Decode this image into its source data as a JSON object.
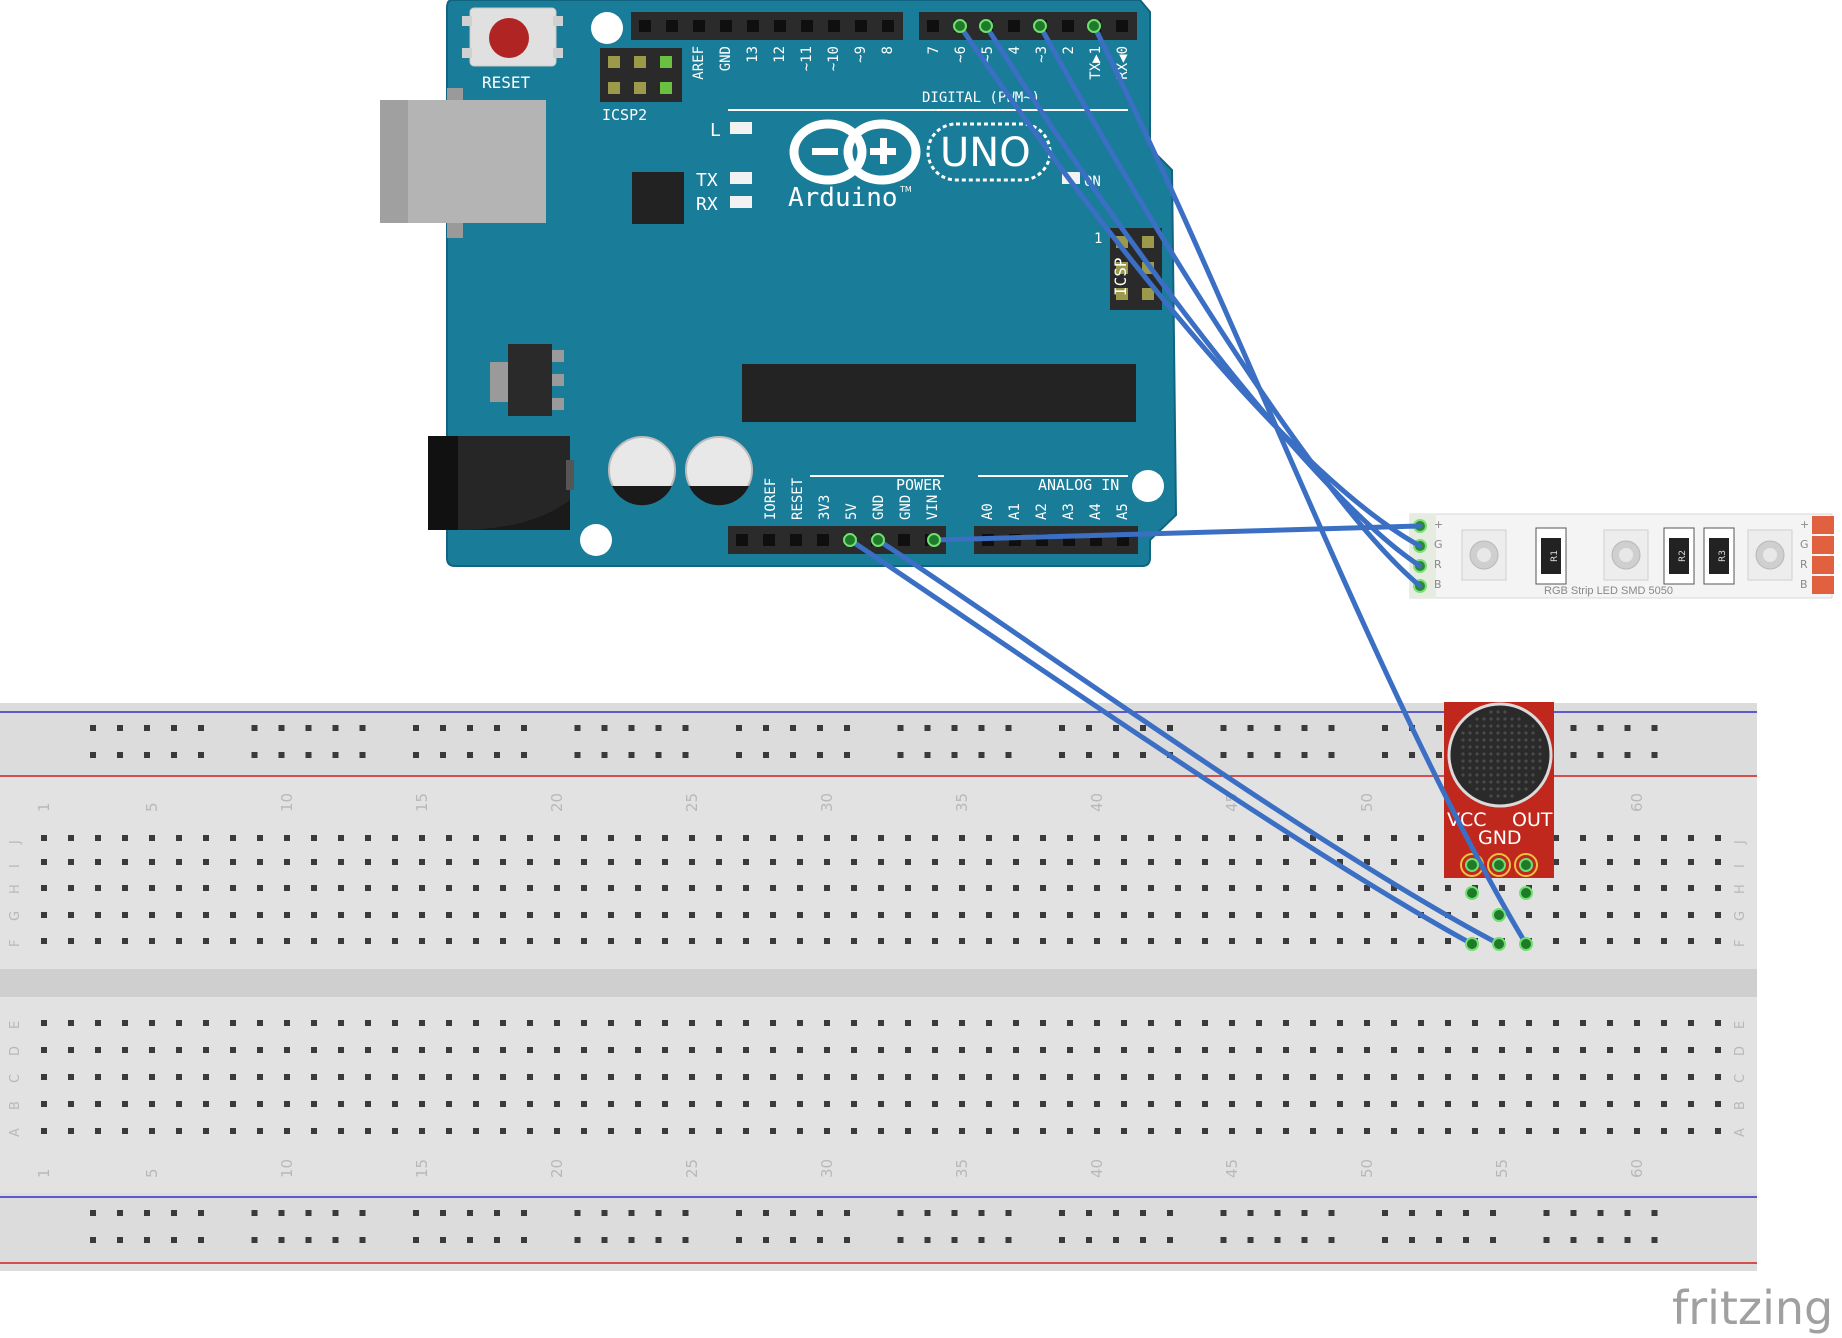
{
  "arduino": {
    "reset_label": "RESET",
    "icsp2_label": "ICSP2",
    "icsp_label": "ICSP",
    "led_l": "L",
    "led_tx": "TX",
    "led_rx": "RX",
    "uno_label": "UNO",
    "brand": "Arduino",
    "trademark": "TM",
    "on_label": "ON",
    "one_label": "1",
    "digital_label": "DIGITAL (PWM~)",
    "power_label": "POWER",
    "analog_label": "ANALOG IN",
    "digital_pins_left": [
      "AREF",
      "GND",
      "13",
      "12",
      "~11",
      "~10",
      "~9",
      "8"
    ],
    "digital_pins_right": [
      "7",
      "~6",
      "~5",
      "4",
      "~3",
      "2",
      "TX▶1",
      "RX◀0"
    ],
    "power_pins": [
      "IOREF",
      "RESET",
      "3V3",
      "5V",
      "GND",
      "GND",
      "VIN"
    ],
    "analog_pins": [
      "A0",
      "A1",
      "A2",
      "A3",
      "A4",
      "A5"
    ]
  },
  "led_strip": {
    "label": "RGB Strip LED SMD 5050",
    "pins": [
      "+",
      "G",
      "R",
      "B"
    ],
    "resistors": [
      "R1",
      "R2",
      "R3"
    ]
  },
  "microphone": {
    "pins": [
      "VCC",
      "GND",
      "OUT"
    ]
  },
  "breadboard": {
    "rows_top": [
      "J",
      "I",
      "H",
      "G",
      "F"
    ],
    "rows_bottom": [
      "E",
      "D",
      "C",
      "B",
      "A"
    ],
    "column_numbers": [
      "1",
      "5",
      "10",
      "15",
      "20",
      "25",
      "30",
      "35",
      "40",
      "45",
      "50",
      "55",
      "60"
    ]
  },
  "colors": {
    "board": "#1b7f9c",
    "wire": "#3a6fc0",
    "mic_board": "#c0281e",
    "breadboard": "#e4e4e4"
  },
  "watermark": "fritzing"
}
